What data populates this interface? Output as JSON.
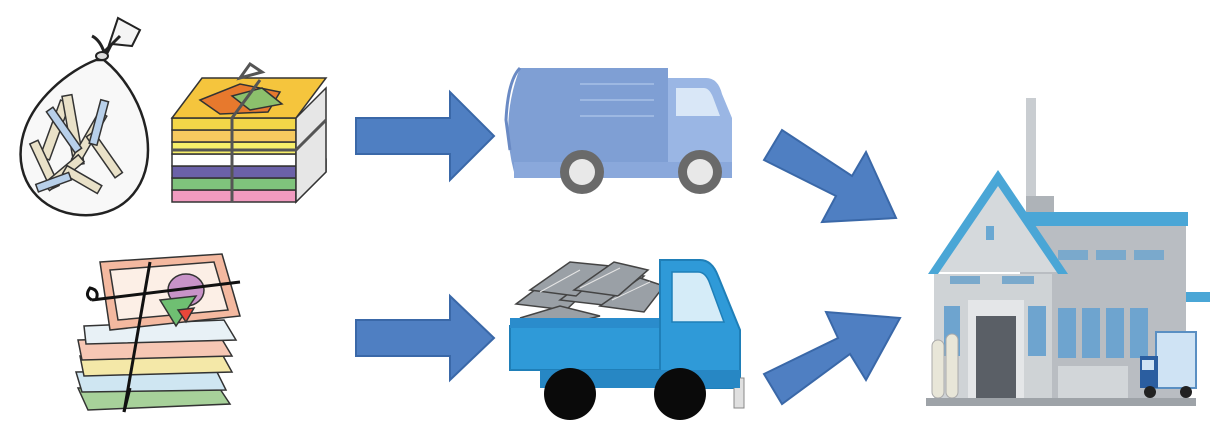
{
  "diagram": {
    "nodes": [
      {
        "id": "bag",
        "icon": "shredded-paper-bag-icon"
      },
      {
        "id": "stack-colored",
        "icon": "tied-paper-stack-icon"
      },
      {
        "id": "stack-magazines",
        "icon": "tied-magazine-stack-icon"
      },
      {
        "id": "garbage-truck",
        "icon": "garbage-truck-icon"
      },
      {
        "id": "pickup-truck",
        "icon": "paper-loaded-truck-icon"
      },
      {
        "id": "factory",
        "icon": "recycling-factory-icon"
      }
    ],
    "edges": [
      {
        "from": "stack-colored",
        "to": "garbage-truck"
      },
      {
        "from": "stack-magazines",
        "to": "pickup-truck"
      },
      {
        "from": "garbage-truck",
        "to": "factory"
      },
      {
        "from": "pickup-truck",
        "to": "factory"
      }
    ]
  },
  "colors": {
    "arrow": "#4f7fc2",
    "garbage_truck": "#7f9fd4",
    "pickup_truck": "#2f9ad8",
    "factory_roof": "#4aa6d6",
    "factory_wall": "#b9bdc2"
  }
}
